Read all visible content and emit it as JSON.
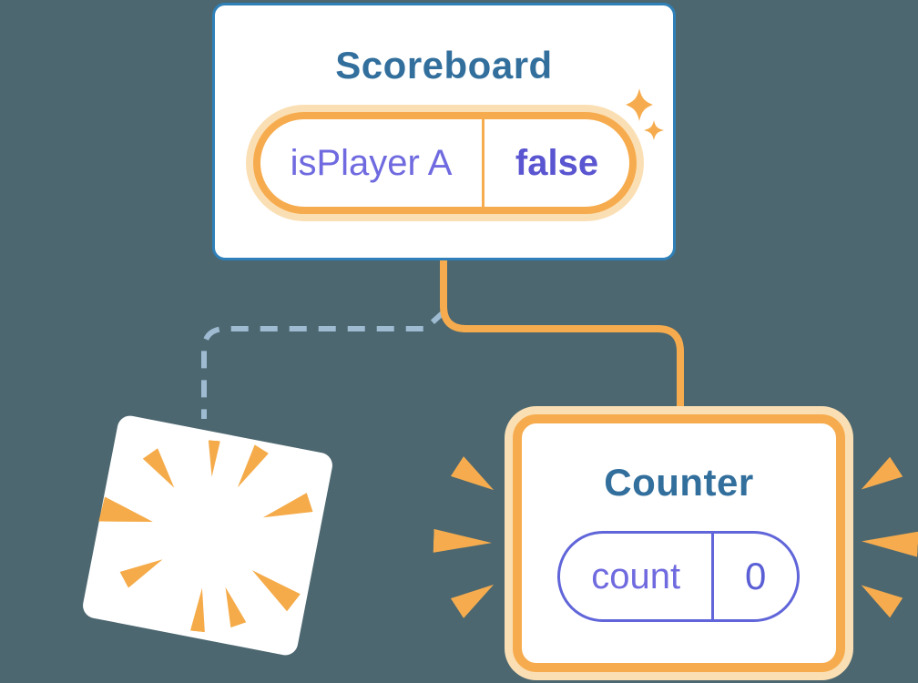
{
  "diagram": {
    "description": "React component tree state diagram",
    "scoreboard": {
      "title": "Scoreboard",
      "state": {
        "name": "isPlayer A",
        "value": "false"
      }
    },
    "counter": {
      "title": "Counter",
      "state": {
        "name": "count",
        "value": "0"
      }
    },
    "destroyed_component": {
      "icon": "poof-burst-icon"
    },
    "connectors": {
      "active_style": "solid",
      "destroyed_style": "dashed"
    },
    "colors": {
      "background": "#4C6770",
      "card_border_blue": "#2F80B8",
      "title_text": "#326F9D",
      "accent_orange": "#F6AC4E",
      "orange_glow": "#FBDFB4",
      "burst_orange": "#F5AB49",
      "state_name_purple": "#6F6ADF",
      "state_value_purple": "#5A55D0",
      "counter_pill_border": "#6065D9",
      "dashed_line_blue": "#9EBBD2",
      "card_fill": "#FFFFFF"
    }
  }
}
